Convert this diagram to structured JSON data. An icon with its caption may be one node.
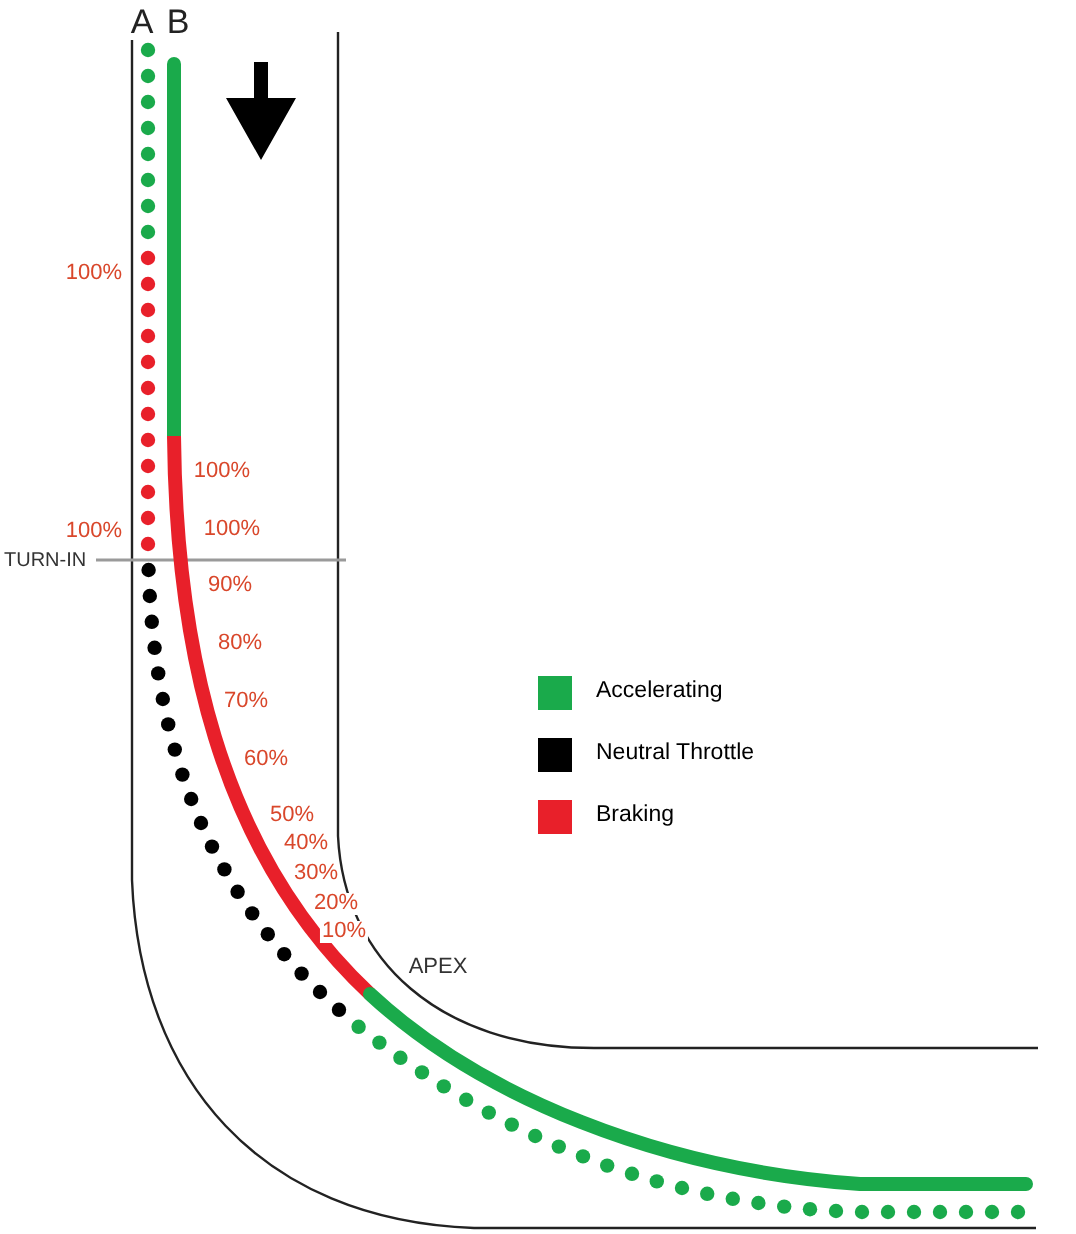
{
  "diagram": {
    "labels": [
      "A",
      "B",
      "100%",
      "100%",
      "100%",
      "100%",
      "TURN-IN",
      "90%",
      "80%",
      "70%",
      "60%",
      "50%",
      "40%",
      "30%",
      "20%",
      "10%",
      "APEX"
    ],
    "legend": [
      {
        "text": "Accelerating",
        "color": "#1aaa4b"
      },
      {
        "text": "Neutral Throttle",
        "color": "#000000"
      },
      {
        "text": "Braking",
        "color": "#e8202a"
      }
    ]
  }
}
